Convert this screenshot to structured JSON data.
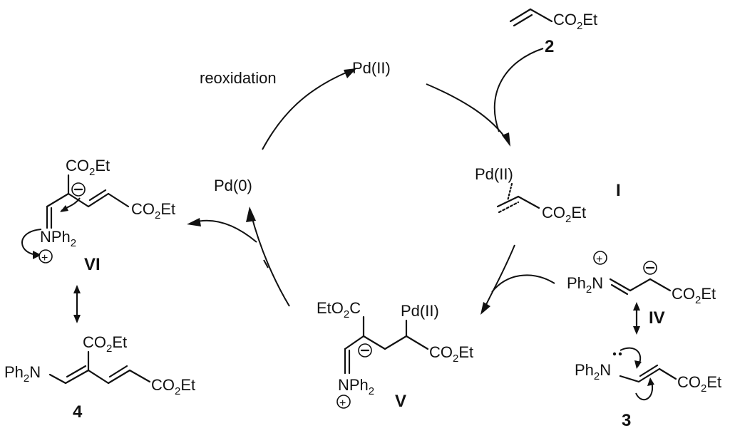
{
  "cycle": {
    "pd2_top": "Pd(II)",
    "pd0": "Pd(0)",
    "reoxidation": "reoxidation"
  },
  "labels": {
    "c2": "2",
    "c3": "3",
    "c4": "4",
    "cI": "I",
    "cIV": "IV",
    "cV": "V",
    "cVI": "VI"
  },
  "groups": {
    "co2et_pre": "CO",
    "co2et_sub": "2",
    "co2et_post": "Et",
    "eto2c_pre": "EtO",
    "eto2c_sub": "2",
    "eto2c_post": "C",
    "ph2n_pre": "Ph",
    "ph2n_sub": "2",
    "ph2n_post": "N",
    "nph2_pre": "NPh",
    "nph2_sub": "2",
    "pd2": "Pd(II)",
    "plus": "+",
    "minus": "−"
  }
}
